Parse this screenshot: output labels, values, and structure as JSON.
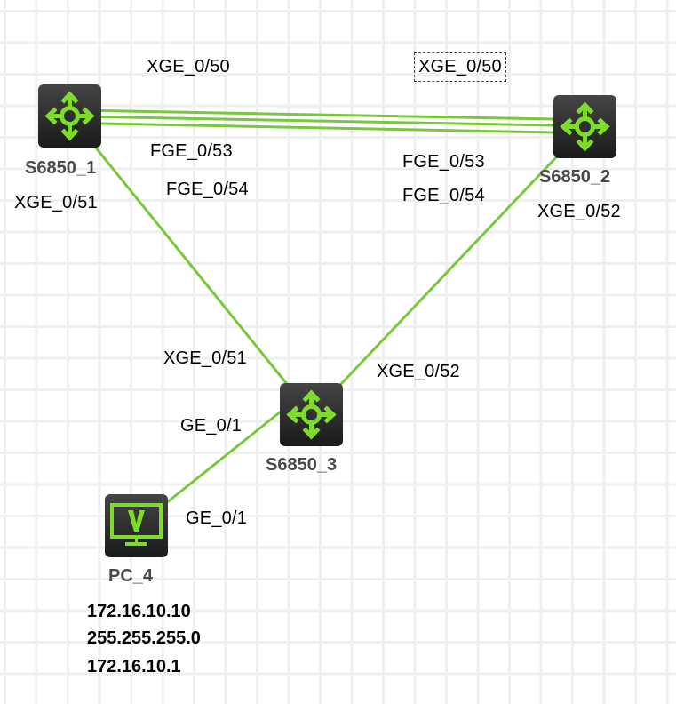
{
  "colors": {
    "link": "#78c83c",
    "icon_accent": "#7ddb2a",
    "label": "#4a4a4a"
  },
  "devices": [
    {
      "id": "s1",
      "name": "S6850_1",
      "type": "switch",
      "icon": "switch-icon"
    },
    {
      "id": "s2",
      "name": "S6850_2",
      "type": "switch",
      "icon": "switch-icon"
    },
    {
      "id": "s3",
      "name": "S6850_3",
      "type": "switch",
      "icon": "switch-icon"
    },
    {
      "id": "pc4",
      "name": "PC_4",
      "type": "pc",
      "icon": "pc-monitor-icon"
    }
  ],
  "links": [
    {
      "from": "S6850_1",
      "to": "S6850_2",
      "from_port": "XGE_0/50",
      "to_port": "XGE_0/50"
    },
    {
      "from": "S6850_1",
      "to": "S6850_2",
      "from_port": "FGE_0/53",
      "to_port": "FGE_0/53"
    },
    {
      "from": "S6850_1",
      "to": "S6850_2",
      "from_port": "FGE_0/54",
      "to_port": "FGE_0/54"
    },
    {
      "from": "S6850_1",
      "to": "S6850_3",
      "from_port": "XGE_0/51",
      "to_port": "XGE_0/51"
    },
    {
      "from": "S6850_2",
      "to": "S6850_3",
      "from_port": "XGE_0/52",
      "to_port": "XGE_0/52"
    },
    {
      "from": "S6850_3",
      "to": "PC_4",
      "from_port": "GE_0/1",
      "to_port": "GE_0/1"
    }
  ],
  "ports": {
    "s1_xge50": "XGE_0/50",
    "s1_fge53": "FGE_0/53",
    "s1_fge54": "FGE_0/54",
    "s1_xge51": "XGE_0/51",
    "s2_xge50": "XGE_0/50",
    "s2_fge53": "FGE_0/53",
    "s2_fge54": "FGE_0/54",
    "s2_xge52": "XGE_0/52",
    "s3_xge51": "XGE_0/51",
    "s3_xge52": "XGE_0/52",
    "s3_ge1": "GE_0/1",
    "pc4_ge1": "GE_0/1"
  },
  "pc4_config": {
    "ip": "172.16.10.10",
    "mask": "255.255.255.0",
    "gateway": "172.16.10.1"
  }
}
